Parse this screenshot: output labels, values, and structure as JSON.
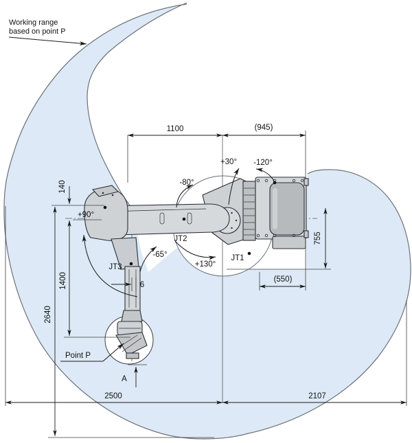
{
  "figure": {
    "working_range_label_line1": "Working range",
    "working_range_label_line2": "based on point P",
    "point_p_label": "Point P",
    "section_a_label": "A"
  },
  "joints": {
    "jt1": "JT1",
    "jt2": "JT2",
    "jt3": "JT3"
  },
  "angles": {
    "jt1_plus": "+30°",
    "jt1_minus": "-120°",
    "jt2_minus": "-80°",
    "jt2_plus": "+130°",
    "jt3_plus": "+90°",
    "jt3_minus": "-65°"
  },
  "dimensions": {
    "upper_arm_length": "1100",
    "rear_extent": "(945)",
    "arm_drop_offset": "140",
    "lower_arm_length": "1400",
    "vertical_reach": "2640",
    "base_section_height": "755",
    "base_width": "(550)",
    "front_reach": "2500",
    "rear_reach": "2107",
    "wrist_offset": "6"
  },
  "colors": {
    "working_range_fill": "#dde9f6",
    "envelope_stroke": "#6b7177",
    "robot_fill": "#d4d7da",
    "robot_dark": "#b7babd",
    "line": "#1a1a1a"
  }
}
